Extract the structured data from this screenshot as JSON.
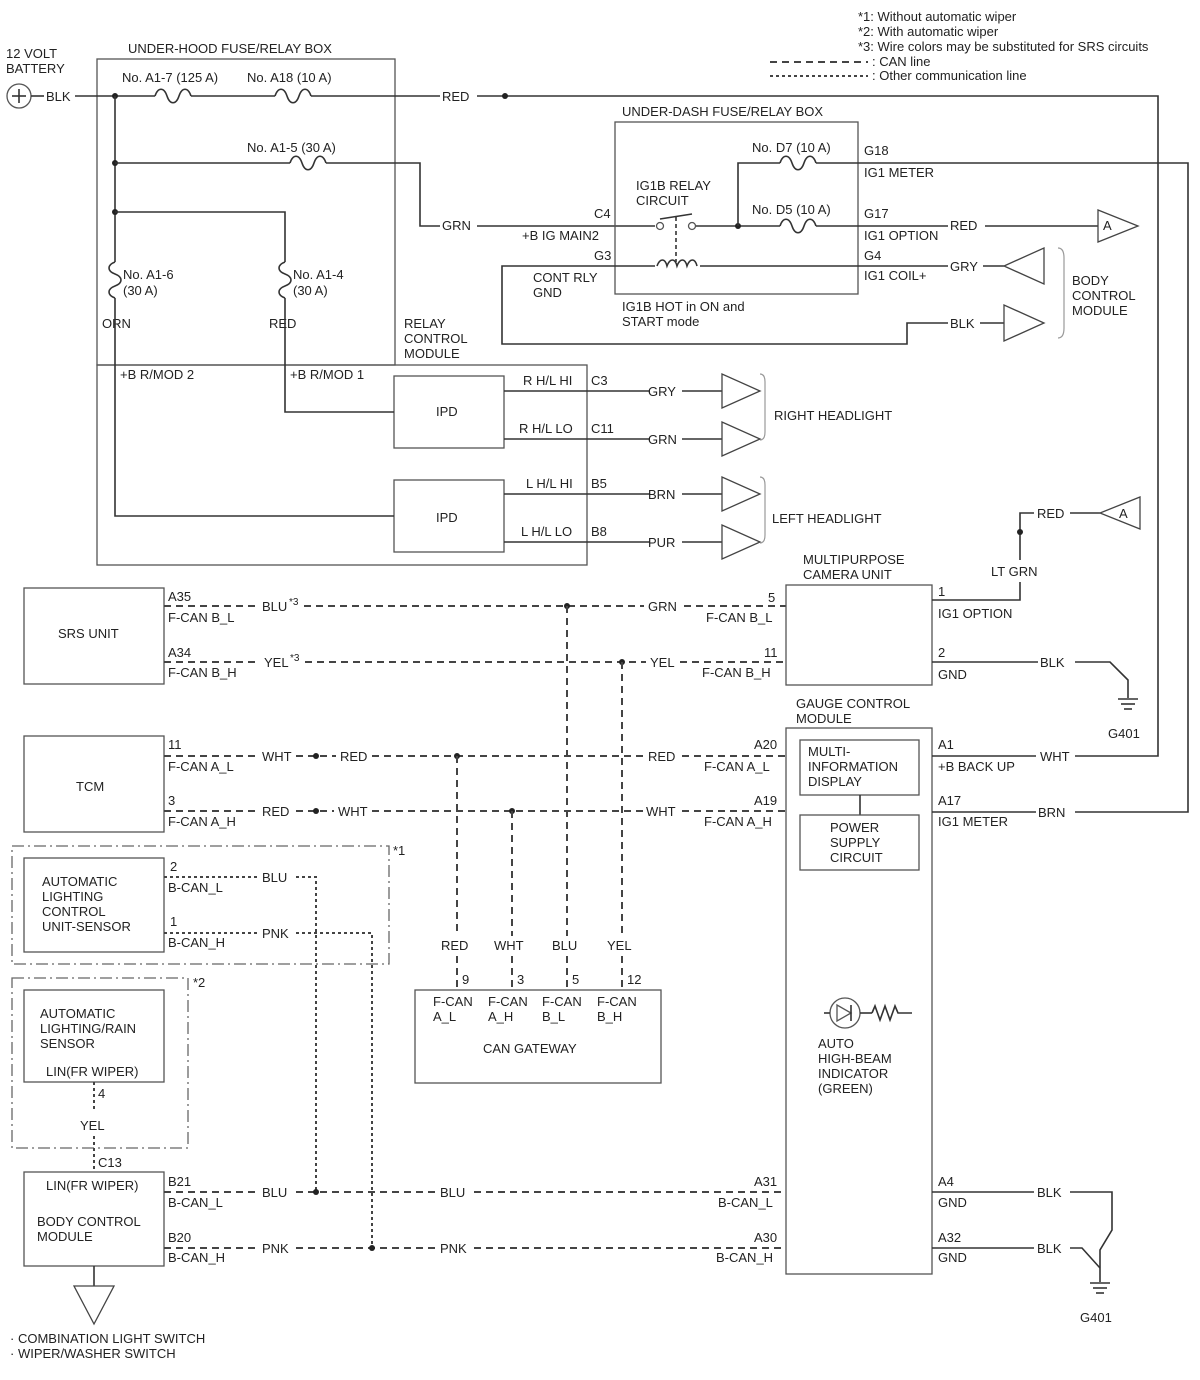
{
  "legend": {
    "note1": "*1: Without automatic wiper",
    "note2": "*2: With automatic wiper",
    "note3": "*3: Wire colors may be substituted for SRS circuits",
    "can_line": ": CAN line",
    "other_line": ": Other communication line"
  },
  "battery": {
    "line1": "12 VOLT",
    "line2": "BATTERY",
    "wire": "BLK"
  },
  "underhood": {
    "title": "UNDER-HOOD FUSE/RELAY BOX",
    "fuse_a17": "No. A1-7 (125 A)",
    "fuse_a18": "No. A18 (10 A)",
    "fuse_a15": "No. A1-5 (30 A)",
    "fuse_a16_name": "No. A1-6",
    "fuse_a16_amp": "(30 A)",
    "fuse_a14_name": "No. A1-4",
    "fuse_a14_amp": "(30 A)",
    "wire_orn": "ORN",
    "wire_red": "RED",
    "bmod2": "+B R/MOD 2",
    "bmod1": "+B R/MOD 1"
  },
  "top_wires": {
    "red": "RED",
    "grn": "GRN"
  },
  "underdash": {
    "title": "UNDER-DASH FUSE/RELAY BOX",
    "relay_line1": "IG1B RELAY",
    "relay_line2": "CIRCUIT",
    "fuse_d7": "No. D7 (10 A)",
    "fuse_d5": "No. D5 (10 A)",
    "c4": "C4",
    "c4_label": "+B IG MAIN2",
    "g3": "G3",
    "cont_line1": "CONT RLY",
    "cont_line2": "GND",
    "note_line1": "IG1B HOT in ON and",
    "note_line2": "START mode",
    "g18": "G18",
    "g18_label": "IG1 METER",
    "g17": "G17",
    "g17_label": "IG1 OPTION",
    "g4": "G4",
    "g4_label": "IG1 COIL+",
    "wire_red": "RED",
    "wire_gry": "GRY",
    "wire_blk": "BLK"
  },
  "bcm_top": {
    "line1": "BODY",
    "line2": "CONTROL",
    "line3": "MODULE"
  },
  "connector_a": "A",
  "relay_module": {
    "line1": "RELAY",
    "line2": "CONTROL",
    "line3": "MODULE",
    "ipd": "IPD",
    "rhlhi": "R H/L HI",
    "c3": "C3",
    "rhllo": "R H/L LO",
    "c11": "C11",
    "lhlhi": "L H/L HI",
    "b5": "B5",
    "lhllo": "L H/L LO",
    "b8": "B8"
  },
  "headlights": {
    "right": "RIGHT HEADLIGHT",
    "left": "LEFT HEADLIGHT",
    "w_gry": "GRY",
    "w_grn": "GRN",
    "w_brn": "BRN",
    "w_pur": "PUR"
  },
  "srs": {
    "name": "SRS UNIT",
    "a35": "A35",
    "fcanbl": "F-CAN B_L",
    "a34": "A34",
    "fcanbh": "F-CAN B_H",
    "w_blu": "BLU",
    "w_yel": "YEL",
    "sup": "*3"
  },
  "camera": {
    "line1": "MULTIPURPOSE",
    "line2": "CAMERA UNIT",
    "p5": "5",
    "p5_label": "F-CAN B_L",
    "p11": "11",
    "p11_label": "F-CAN B_H",
    "p1": "1",
    "p1_label": "IG1 OPTION",
    "p2": "2",
    "p2_label": "GND",
    "w_grn": "GRN",
    "w_yel": "YEL",
    "w_ltgrn": "LT GRN",
    "w_red": "RED",
    "w_blk": "BLK"
  },
  "ground": {
    "g401": "G401"
  },
  "tcm": {
    "name": "TCM",
    "p11": "11",
    "p11_label": "F-CAN A_L",
    "p3": "3",
    "p3_label": "F-CAN A_H",
    "w_wht": "WHT",
    "w_red": "RED"
  },
  "gauge": {
    "line1": "GAUGE CONTROL",
    "line2": "MODULE",
    "mid_line1": "MULTI-",
    "mid_line2": "INFORMATION",
    "mid_line3": "DISPLAY",
    "psc_line1": "POWER",
    "psc_line2": "SUPPLY",
    "psc_line3": "CIRCUIT",
    "a20": "A20",
    "a20_label": "F-CAN A_L",
    "a19": "A19",
    "a19_label": "F-CAN A_H",
    "a1": "A1",
    "a1_label": "+B BACK UP",
    "a17": "A17",
    "a17_label": "IG1 METER",
    "a31": "A31",
    "a31_label": "B-CAN_L",
    "a30": "A30",
    "a30_label": "B-CAN_H",
    "a4": "A4",
    "a4_label": "GND",
    "a32": "A32",
    "a32_label": "GND",
    "ind_line1": "AUTO",
    "ind_line2": "HIGH-BEAM",
    "ind_line3": "INDICATOR",
    "ind_line4": "(GREEN)",
    "w_red": "RED",
    "w_wht": "WHT",
    "w_brn": "BRN",
    "w_blk": "BLK"
  },
  "alcu": {
    "line1": "AUTOMATIC",
    "line2": "LIGHTING",
    "line3": "CONTROL",
    "line4": "UNIT-SENSOR",
    "p2": "2",
    "p2_label": "B-CAN_L",
    "p1": "1",
    "p1_label": "B-CAN_H",
    "w_blu": "BLU",
    "w_pnk": "PNK",
    "mark": "*1"
  },
  "alrs": {
    "line1": "AUTOMATIC",
    "line2": "LIGHTING/RAIN",
    "line3": "SENSOR",
    "lin": "LIN(FR WIPER)",
    "p4": "4",
    "w_yel": "YEL",
    "mark": "*2"
  },
  "gateway": {
    "name": "CAN GATEWAY",
    "p9": "9",
    "p3": "3",
    "p5": "5",
    "p12": "12",
    "pin1a": "F-CAN",
    "pin1b": "A_L",
    "pin2a": "F-CAN",
    "pin2b": "A_H",
    "pin3a": "F-CAN",
    "pin3b": "B_L",
    "pin4a": "F-CAN",
    "pin4b": "B_H",
    "w_red": "RED",
    "w_wht": "WHT",
    "w_blu": "BLU",
    "w_yel": "YEL"
  },
  "bcm_bottom": {
    "c13": "C13",
    "lin": "LIN(FR WIPER)",
    "line1": "BODY CONTROL",
    "line2": "MODULE",
    "b21": "B21",
    "b21_label": "B-CAN_L",
    "b20": "B20",
    "b20_label": "B-CAN_H",
    "w_blu": "BLU",
    "w_pnk": "PNK"
  },
  "footer": {
    "line1": "· COMBINATION LIGHT SWITCH",
    "line2": "· WIPER/WASHER SWITCH"
  }
}
